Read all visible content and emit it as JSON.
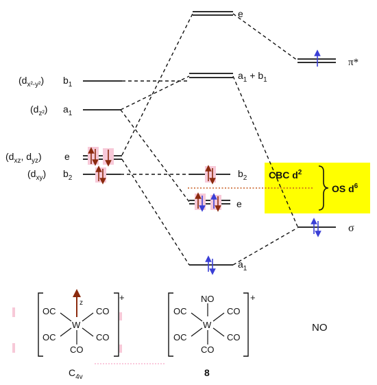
{
  "colors": {
    "up_arrow_brown": "#8b2a0e",
    "blue_arrow": "#3a3fd6",
    "pink_highlight": "#f7c9d8",
    "yellow_box": "#ffff00",
    "orange_dotted": "#c65a1e"
  },
  "left_orbitals": [
    {
      "name": "dx2-y2",
      "label_main": "(d",
      "label_sub": "x²-y²",
      "label_end": ")",
      "symmetry": "b",
      "sym_sub": "1"
    },
    {
      "name": "dz2",
      "label_main": "(d",
      "label_sub": "z²",
      "label_end": ")",
      "symmetry": "a",
      "sym_sub": "1"
    },
    {
      "name": "dxz-dyz",
      "label_main": "(d",
      "label_sub1": "xz",
      "label_mid": ", d",
      "label_sub2": "yz",
      "label_end": ")",
      "symmetry": "e"
    },
    {
      "name": "dxy",
      "label_main": "(d",
      "label_sub": "xy",
      "label_end": ")",
      "symmetry": "b",
      "sym_sub": "2"
    }
  ],
  "center_orbitals": {
    "top_e": "e",
    "a1b1": {
      "a": "a",
      "a_sub": "1",
      "plus": " + b",
      "b_sub": "1"
    },
    "b2": {
      "b": "b",
      "sub": "2"
    },
    "e_low": "e",
    "a1_low": {
      "a": "a",
      "sub": "1"
    }
  },
  "right_orbitals": {
    "pi_star": "π*",
    "sigma": "σ"
  },
  "annotations": {
    "cbc": "CBC d",
    "cbc_sup": "2",
    "os": "OS d",
    "os_sup": "6"
  },
  "molecules": {
    "left": {
      "ligand": "CO",
      "ligand_oc": "OC",
      "metal": "W",
      "axis_label": "z",
      "charge": "+",
      "caption_main": "C",
      "caption_sub": "4v"
    },
    "middle": {
      "ligand": "CO",
      "ligand_oc": "OC",
      "top": "NO",
      "metal": "W",
      "charge": "+",
      "caption": "8"
    },
    "right": {
      "caption": "NO"
    }
  }
}
